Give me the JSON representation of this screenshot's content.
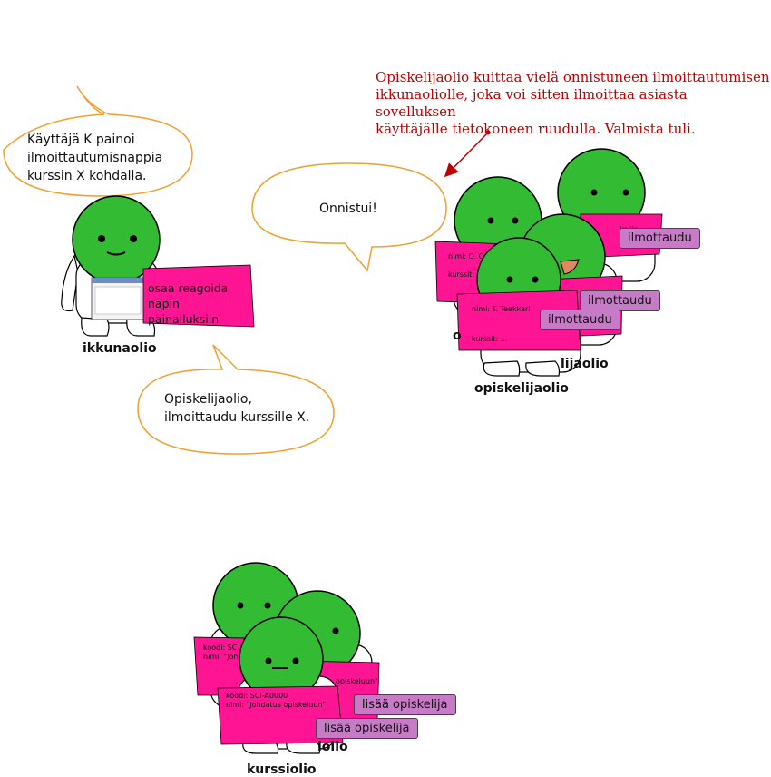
{
  "caption": "Opiskelijaolio kuittaa vielä onnistuneen ilmoittautumisen\nikkunaoliolle, joka voi sitten ilmoittaa asiasta sovelluksen\nkäyttäjälle tietokoneen ruudulla. Valmista tuli.",
  "bubbles": {
    "user_action": "Käyttäjä K painoi\nilmoittautumisnappia\nkurssin X kohdalla.",
    "success": "Onnistui!",
    "enroll_request": "Opiskelijaolio,\nilmoittaudu kurssille X."
  },
  "window_object": {
    "sign": "osaa reagoida\nnapin painalluksiin",
    "label": "ikkunaolio"
  },
  "student_objects": {
    "back_card": "nimi: O. O\n\nkurssit:",
    "back_card_right": "kelija",
    "front_card_name": "nimi: T. Teekkari",
    "front_card_courses": "kurssit: ...",
    "buttons": [
      "ilmottaudu",
      "ilmottaudu",
      "ilmottaudu"
    ],
    "label_back_partial": "o",
    "label_mid_partial": "lijaolio",
    "label": "opiskelijaolio"
  },
  "course_objects": {
    "back_card": "koodi:  SC\nnimi: \"Joh",
    "mid_card_partial": "opiskeluun\"",
    "front_card": "koodi:  SCI-A0000\nnimi: \"Johdatus opiskeluun\"",
    "buttons": [
      "lisää opiskelija",
      "lisää opiskelija"
    ],
    "label_back_partial": "iolio",
    "label": "kurssiolio"
  },
  "colors": {
    "head": "#33bb33",
    "sign": "#ff1493",
    "button": "#c77bc6",
    "bubble_outline": "#f0a030",
    "caption": "#c00000"
  }
}
